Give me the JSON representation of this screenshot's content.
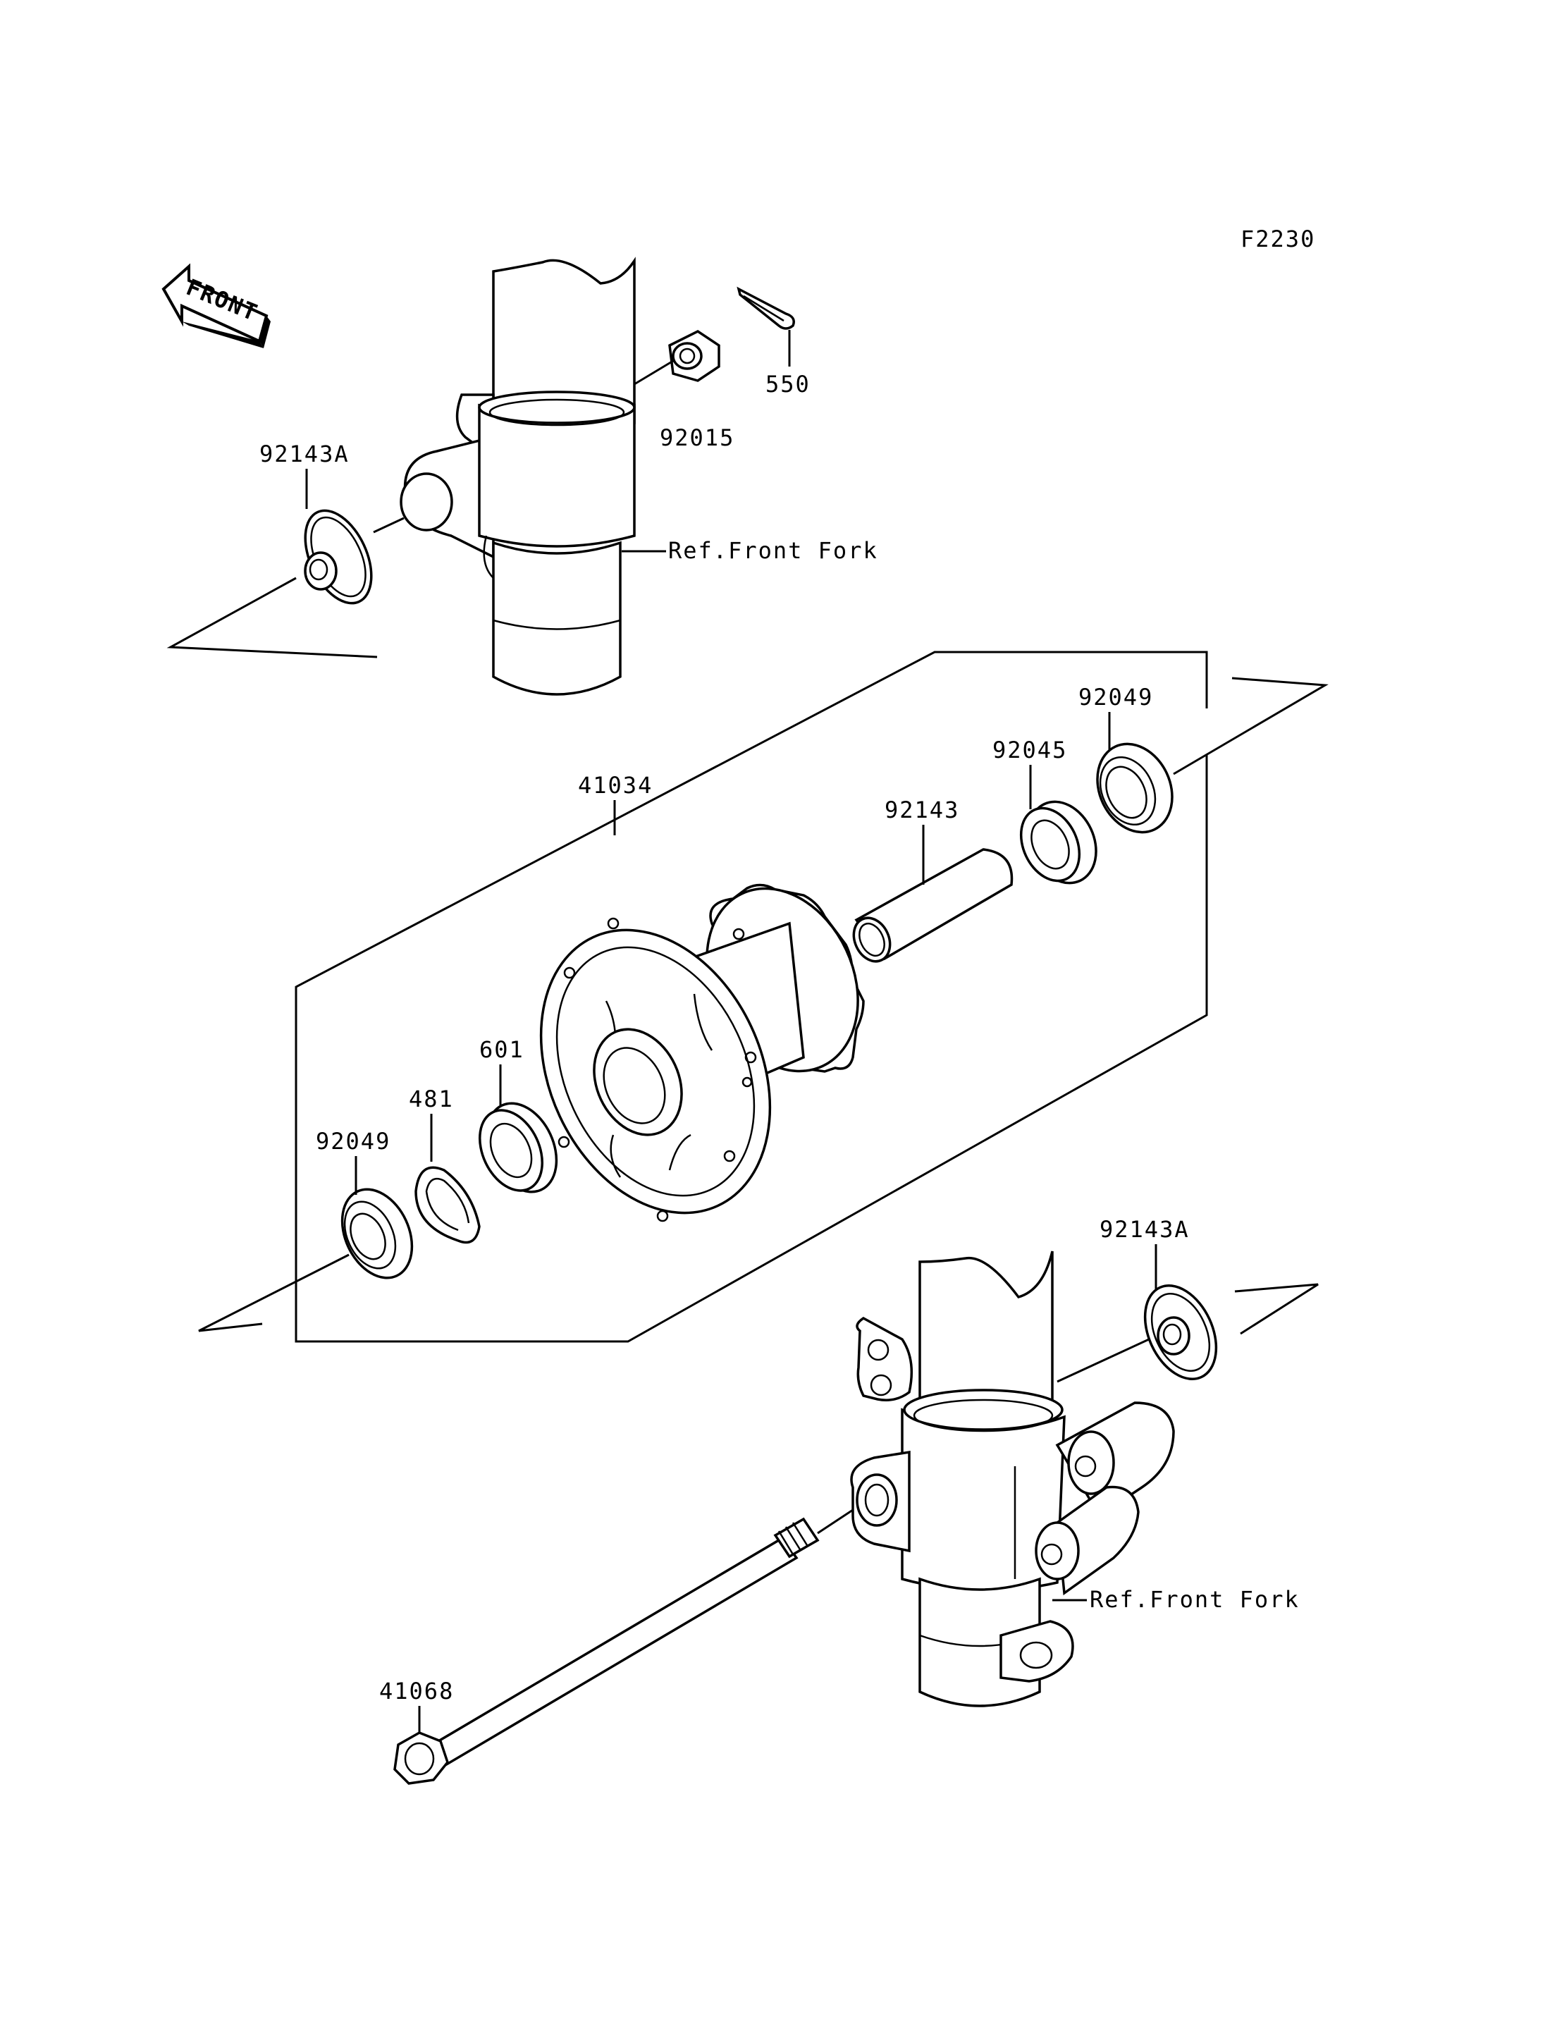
{
  "diagram_code": "F2230",
  "front_label": "FRONT",
  "parts": {
    "p92143A_top": "92143A",
    "p92015": "92015",
    "p550": "550",
    "p41034": "41034",
    "p92049_right": "92049",
    "p92045": "92045",
    "p92143": "92143",
    "p601": "601",
    "p481": "481",
    "p92049_left": "92049",
    "p92143A_bottom": "92143A",
    "p41068": "41068"
  },
  "refs": {
    "front_fork_top": "Ref.Front Fork",
    "front_fork_bottom": "Ref.Front Fork"
  }
}
